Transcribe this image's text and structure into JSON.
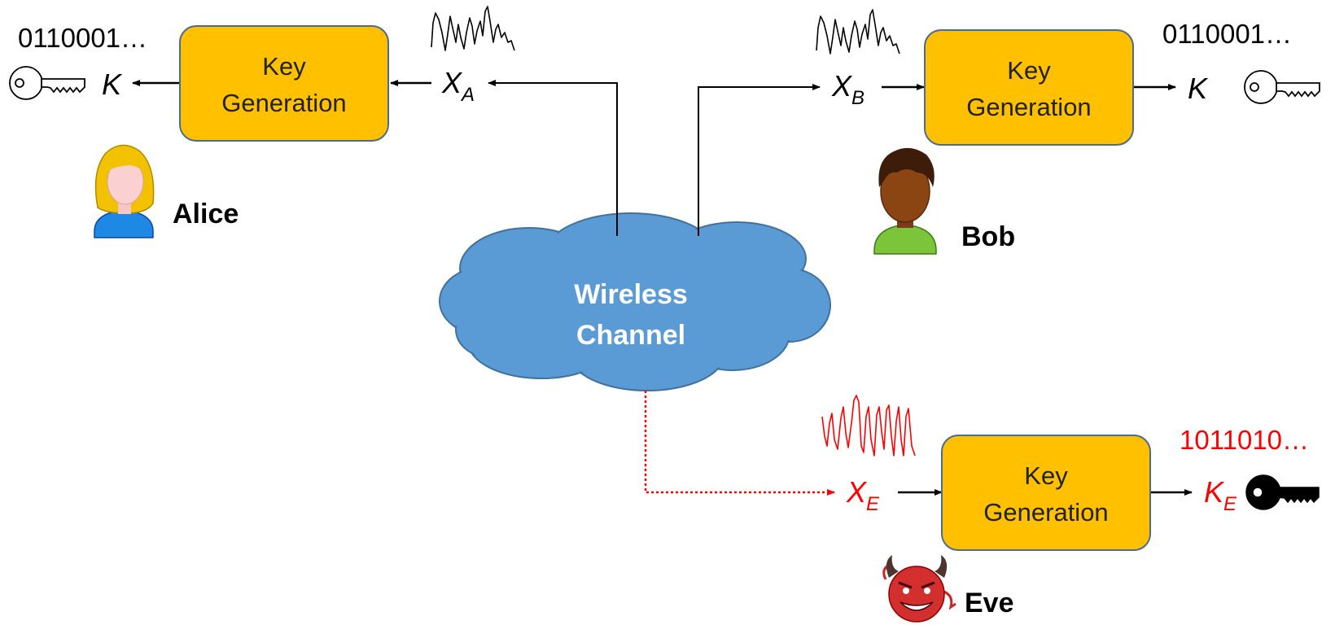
{
  "colors": {
    "box_fill": "#FFC000",
    "box_stroke": "#4A6B94",
    "cloud_fill": "#5B9BD5",
    "cloud_stroke": "#41719C",
    "attacker": "#FF0000",
    "line": "#000000"
  },
  "channel": {
    "line1": "Wireless",
    "line2": "Channel"
  },
  "alice": {
    "name": "Alice",
    "avatar_icon": "alice-avatar-icon",
    "box_line1": "Key",
    "box_line2": "Generation",
    "measure_var": "X",
    "measure_sub": "A",
    "key_var": "K",
    "key_bits": "0110001…",
    "key_icon": "outlined-key-icon",
    "signal_icon": "signal-waveform-icon"
  },
  "bob": {
    "name": "Bob",
    "avatar_icon": "bob-avatar-icon",
    "box_line1": "Key",
    "box_line2": "Generation",
    "measure_var": "X",
    "measure_sub": "B",
    "key_var": "K",
    "key_bits": "0110001…",
    "key_icon": "outlined-key-icon",
    "signal_icon": "signal-waveform-icon"
  },
  "eve": {
    "name": "Eve",
    "avatar_icon": "devil-avatar-icon",
    "box_line1": "Key",
    "box_line2": "Generation",
    "measure_var": "X",
    "measure_sub": "E",
    "key_var": "K",
    "key_sub": "E",
    "key_bits": "1011010…",
    "key_icon": "solid-key-icon",
    "signal_icon": "red-signal-waveform-icon"
  }
}
